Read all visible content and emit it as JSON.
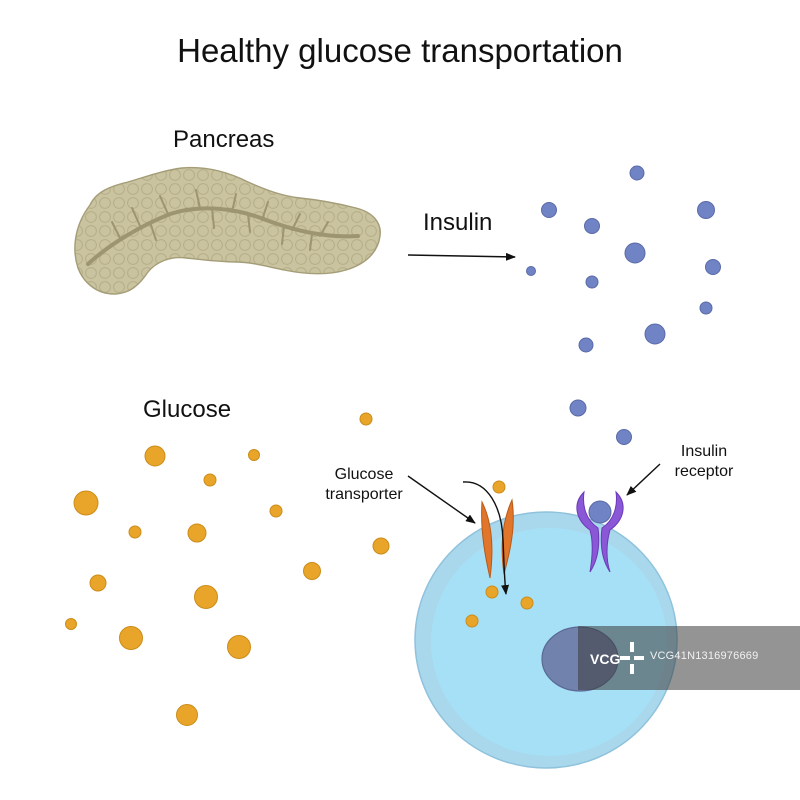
{
  "title": "Healthy glucose transportation",
  "labels": {
    "pancreas": "Pancreas",
    "insulin": "Insulin",
    "glucose": "Glucose",
    "glucose_transporter_line1": "Glucose",
    "glucose_transporter_line2": "transporter",
    "insulin_receptor_line1": "Insulin",
    "insulin_receptor_line2": "receptor"
  },
  "watermark": {
    "logo_text": "VCG",
    "id_text": "VCG41N1316976669"
  },
  "colors": {
    "insulin_molecule": "#7083c4",
    "glucose_molecule": "#e8a52a",
    "cell_outer": "#a9d7ec",
    "cell_inner": "#a6e0f6",
    "nucleus": "#7182ac",
    "pancreas": "#c9c3a0",
    "transporter": "#e1762b",
    "receptor": "#8a57d6"
  }
}
